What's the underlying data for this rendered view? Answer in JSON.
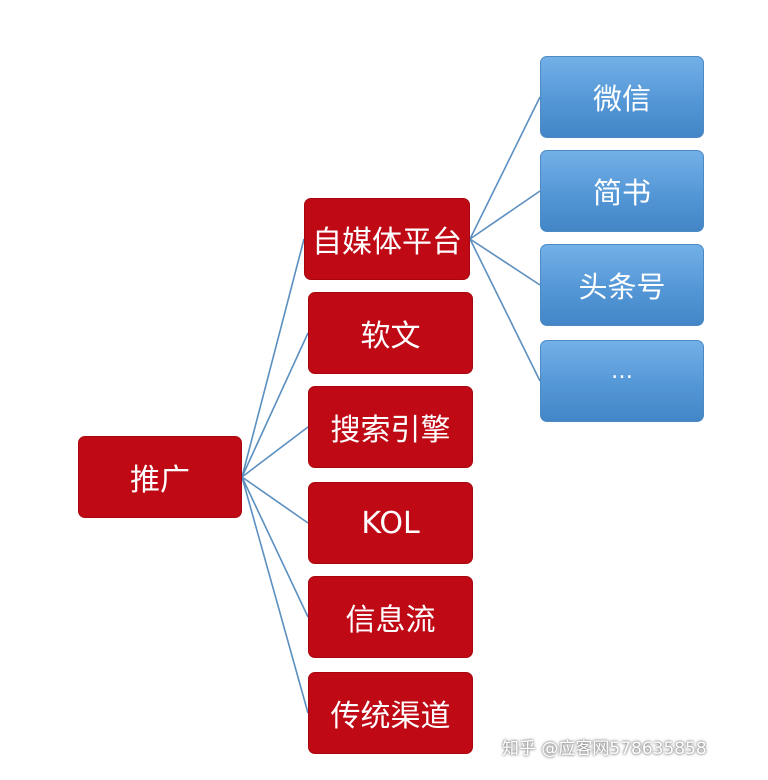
{
  "root": {
    "label": "推广"
  },
  "channels": [
    {
      "label": "自媒体平台"
    },
    {
      "label": "软文"
    },
    {
      "label": "搜索引擎"
    },
    {
      "label": "KOL"
    },
    {
      "label": "信息流"
    },
    {
      "label": "传统渠道"
    }
  ],
  "media_platforms": [
    {
      "label": "微信"
    },
    {
      "label": "简书"
    },
    {
      "label": "头条号"
    },
    {
      "label": "…"
    }
  ],
  "watermark": {
    "text": "知乎 @应客网578635858"
  },
  "colors": {
    "node_red": "#bf0a16",
    "node_blue": "#5497d6",
    "connector": "#5b8fbf",
    "text": "#ffffff"
  }
}
